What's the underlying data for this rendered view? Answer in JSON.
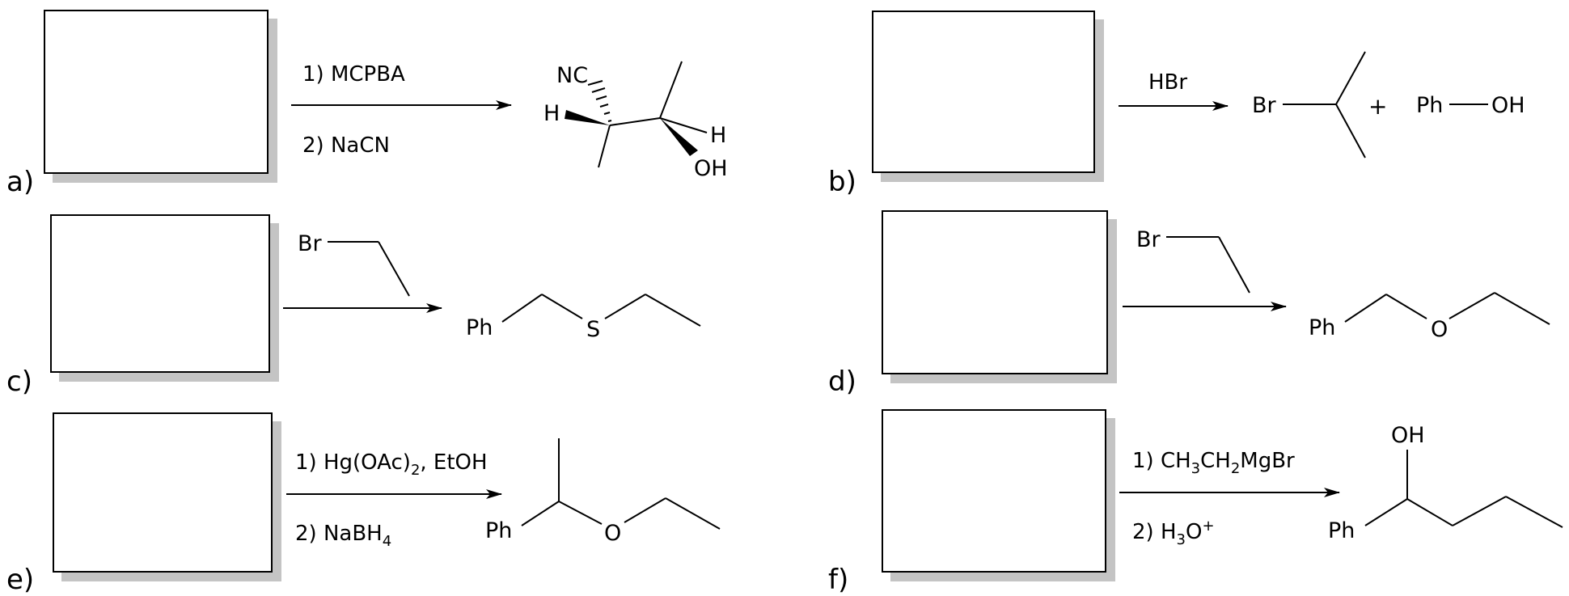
{
  "panels": [
    {
      "letter": "a)",
      "reagent1": "1) MCPBA",
      "reagent2": "2) NaCN",
      "atoms": {
        "nc": "NC",
        "h1": "H",
        "h2": "H",
        "oh": "OH"
      }
    },
    {
      "letter": "b)",
      "reagent1": "HBr",
      "atoms": {
        "br": "Br",
        "plus": "+",
        "ph": "Ph",
        "oh": "OH"
      }
    },
    {
      "letter": "c)",
      "reagent_atom": "Br",
      "atoms": {
        "ph": "Ph",
        "s": "S"
      }
    },
    {
      "letter": "d)",
      "reagent_atom": "Br",
      "atoms": {
        "ph": "Ph",
        "o": "O"
      }
    },
    {
      "letter": "e)",
      "reagent1": {
        "pre": "1) Hg(OAc)",
        "sub": "2",
        "post": ", EtOH"
      },
      "reagent2": {
        "pre": "2) NaBH",
        "sub": "4"
      },
      "atoms": {
        "ph": "Ph",
        "o": "O"
      }
    },
    {
      "letter": "f)",
      "reagent1": {
        "a": "1) CH",
        "s1": "3",
        "b": "CH",
        "s2": "2",
        "c": "MgBr"
      },
      "reagent2": {
        "a": "2) H",
        "s1": "3",
        "b": "O",
        "sup": "+"
      },
      "atoms": {
        "oh": "OH",
        "ph": "Ph"
      }
    }
  ],
  "colors": {
    "ink": "#000000",
    "shadow": "#c4c4c4",
    "background": "#ffffff"
  }
}
